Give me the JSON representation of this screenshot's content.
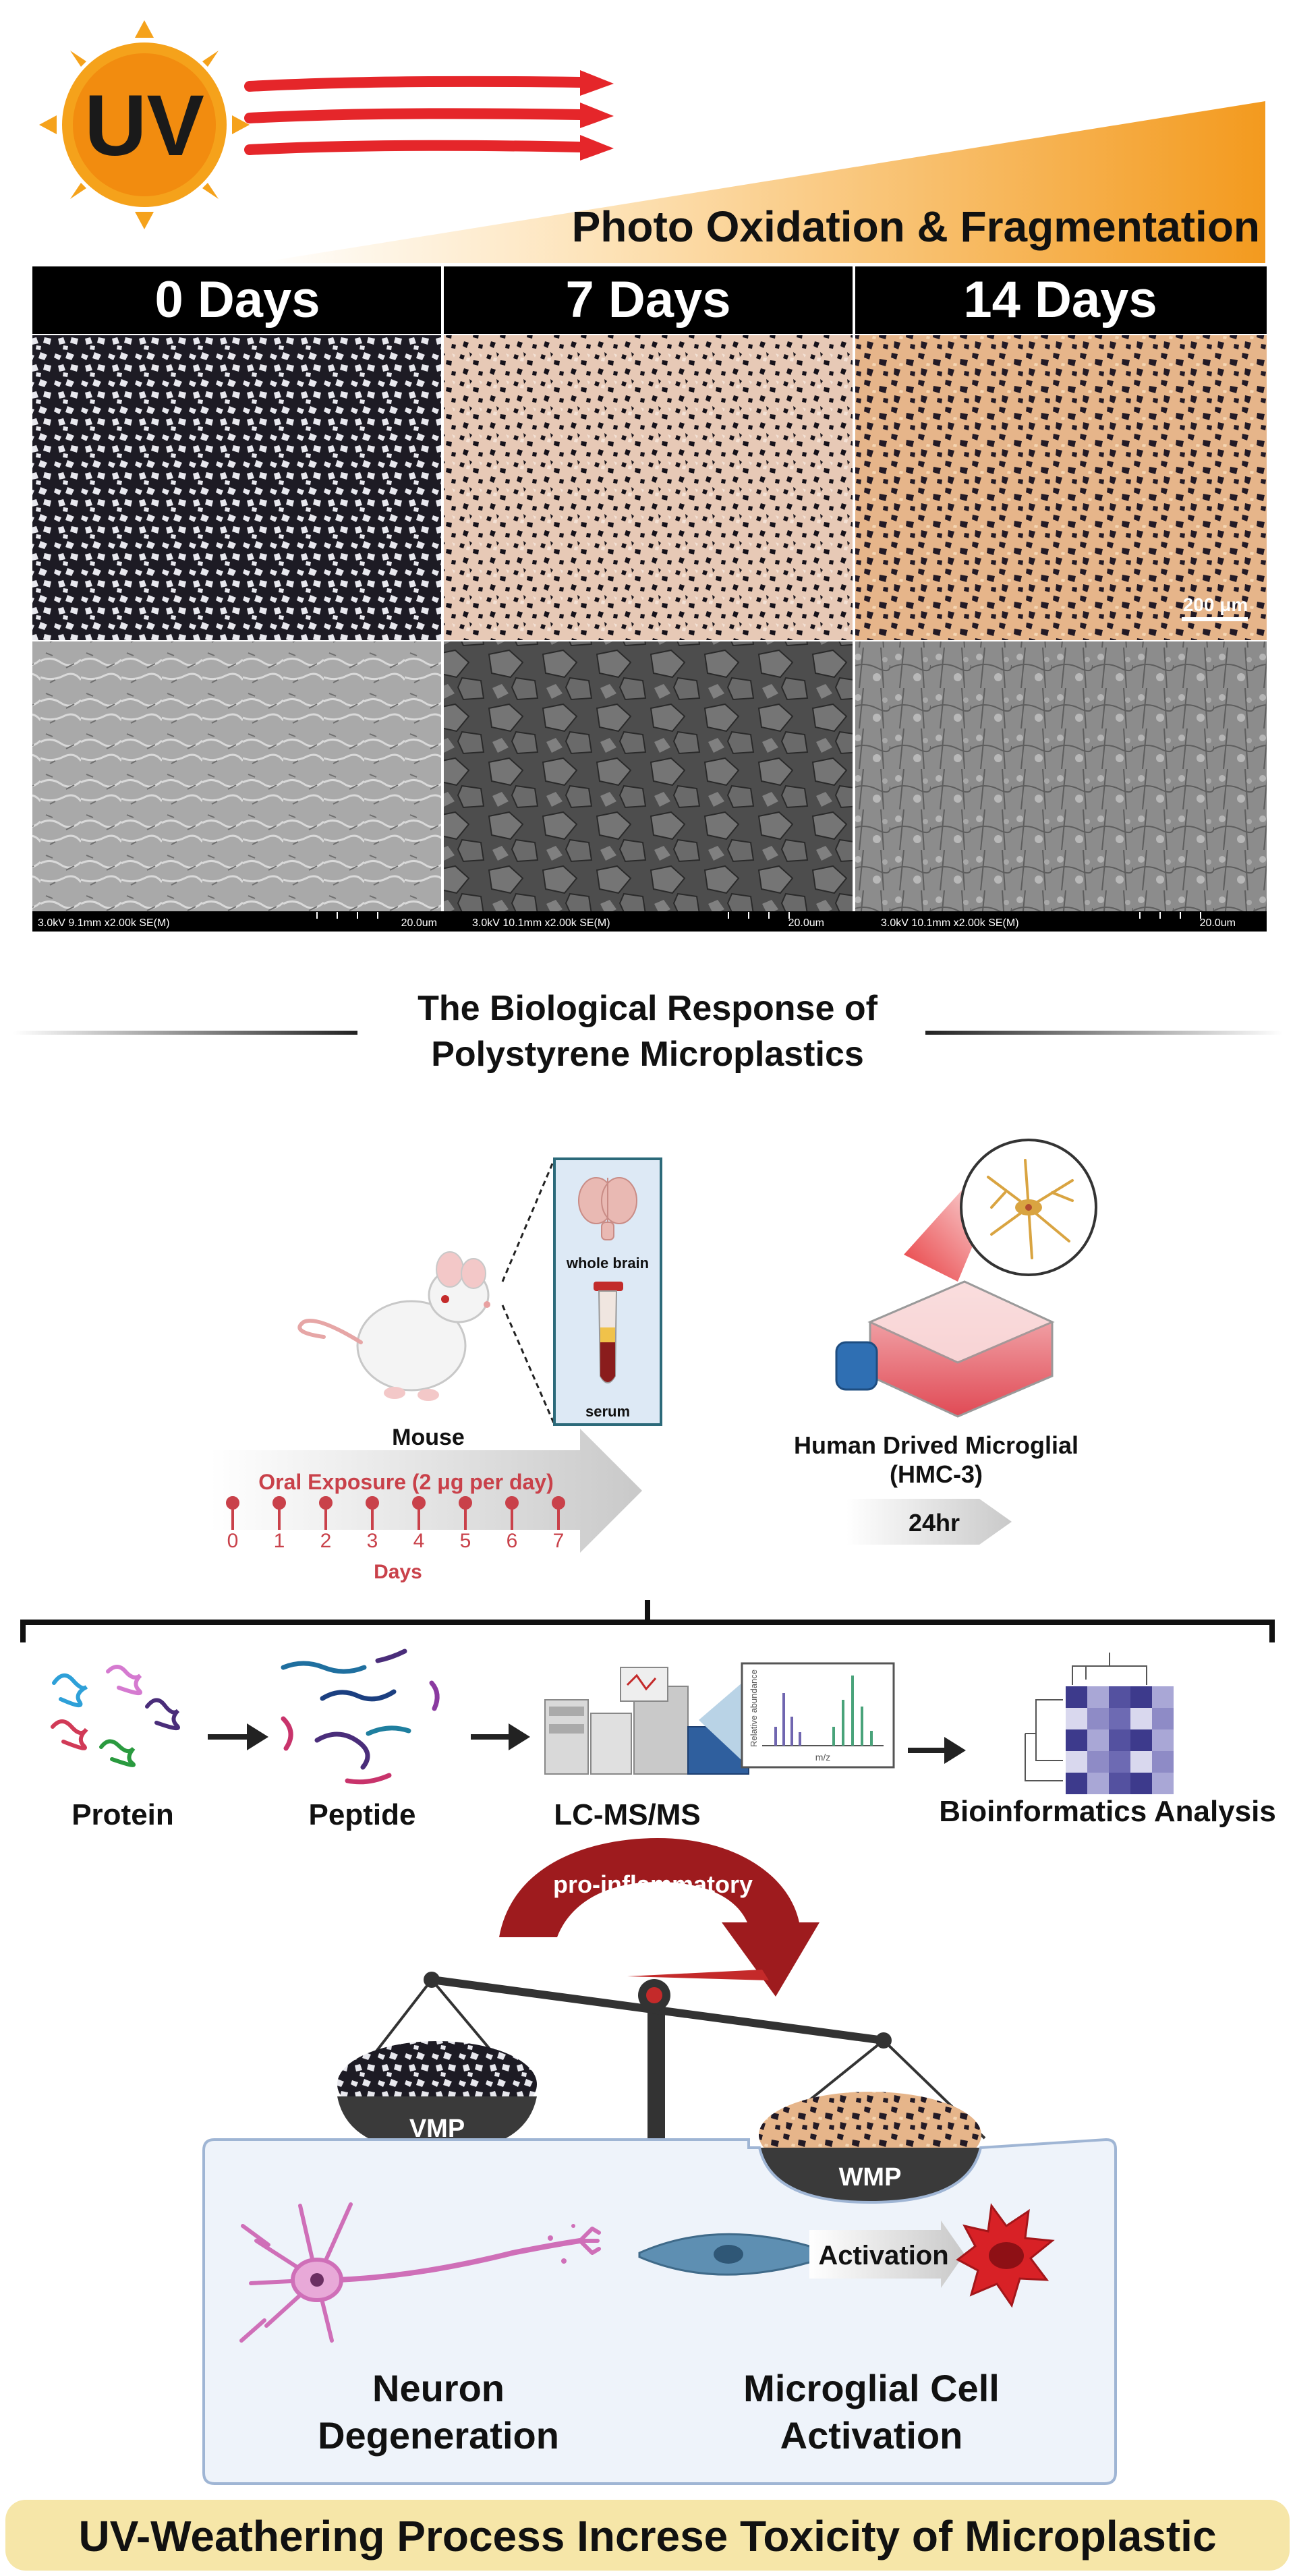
{
  "header": {
    "uv_label": "UV",
    "banner_title": "Photo Oxidation & Fragmentation",
    "day_labels": [
      "0 Days",
      "7 Days",
      "14 Days"
    ],
    "scale_bar": "200 μm",
    "sem_captions": [
      {
        "left": "3.0kV 9.1mm x2.00k SE(M)",
        "right": "20.0um"
      },
      {
        "left": "3.0kV 10.1mm x2.00k SE(M)",
        "right": "20.0um"
      },
      {
        "left": "3.0kV 10.1mm x2.00k SE(M)",
        "right": "20.0um"
      }
    ]
  },
  "section": {
    "title_line1": "The Biological Response of",
    "title_line2": "Polystyrene Microplastics"
  },
  "mouse_panel": {
    "inset_brain": "whole brain",
    "inset_serum": "serum",
    "mouse_label": "Mouse",
    "exposure_label": "Oral Exposure (2 μg per day)",
    "day_ticks": [
      "0",
      "1",
      "2",
      "3",
      "4",
      "5",
      "6",
      "7"
    ],
    "days_label": "Days"
  },
  "cell_panel": {
    "label_line1": "Human Drived Microglial",
    "label_line2": "(HMC-3)",
    "duration": "24hr"
  },
  "workflow": {
    "steps": [
      "Protein",
      "Peptide",
      "LC-MS/MS",
      "Bioinformatics Analysis"
    ],
    "spectrum_ylabel": "Relative abundance",
    "spectrum_xlabel": "m/z"
  },
  "balance": {
    "arrow_label": "pro-inflammatory",
    "left_pan": "VMP",
    "right_pan": "WMP"
  },
  "outcomes": {
    "activation": "Activation",
    "neuron_line1": "Neuron",
    "neuron_line2": "Degeneration",
    "microglia_line1": "Microglial Cell",
    "microglia_line2": "Activation"
  },
  "footer": {
    "conclusion": "UV-Weathering Process Increse Toxicity of Microplastic"
  },
  "colors": {
    "sun": "#f5a21b",
    "banner": "#f39a1e",
    "uv_rays": "#e5262a",
    "exposure_red": "#c9414a",
    "balance_arrow": "#9e1b1e",
    "panel_bg": "#eef3fa",
    "panel_border": "#9fb5d4",
    "footer_bg": "#f6e6a8"
  }
}
